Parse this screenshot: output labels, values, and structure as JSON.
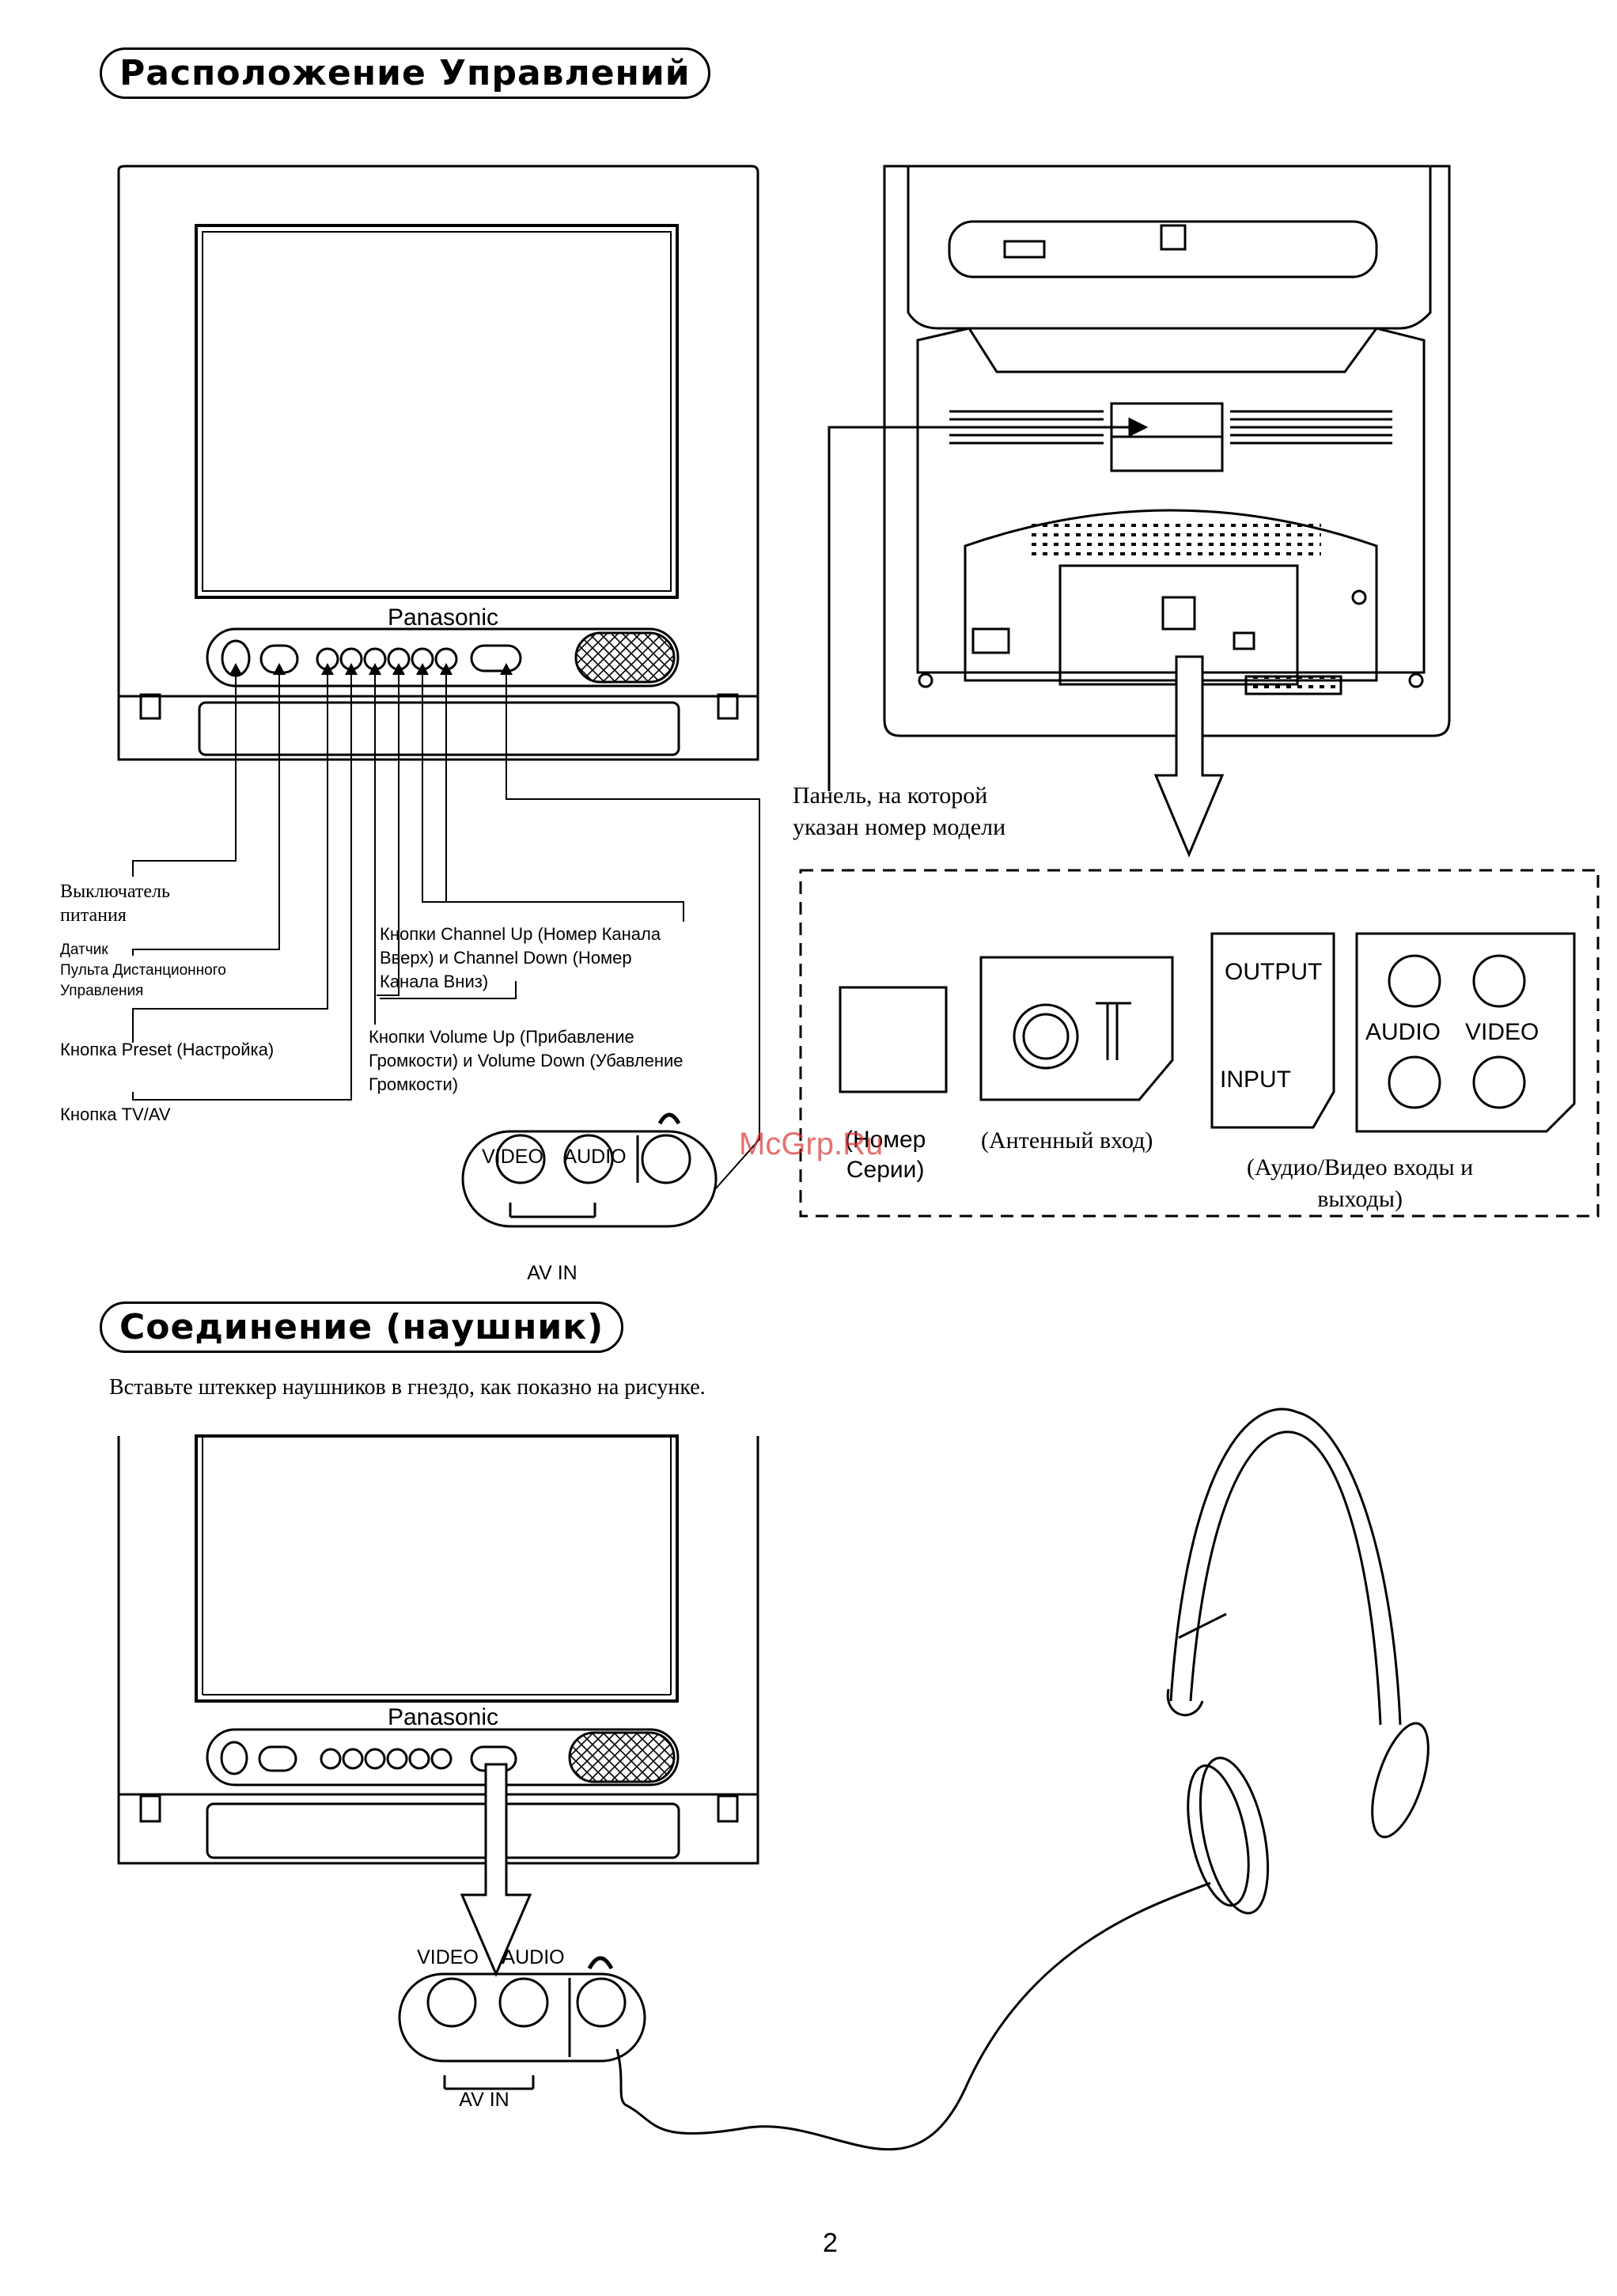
{
  "sections": {
    "controls_title": "Расположение Управлений",
    "headphone_title": "Соединение (наушник)",
    "headphone_instruction": "Вставьте штеккер наушников в гнездо, как показно на рисунке."
  },
  "tv": {
    "brand": "Panasonic"
  },
  "front_labels": {
    "power_switch": [
      "Выключатель",
      "питания"
    ],
    "remote_sensor": [
      "Датчик",
      "Пульта Дистанционного",
      "Управления"
    ],
    "preset_button": "Кнопка Preset (Настройка)",
    "tvav_button": "Кнопка TV/AV",
    "channel_buttons": [
      "Кнопки Channel Up (Номер Канала",
      "Вверх) и Channel Down (Номер",
      "Канала Вниз)"
    ],
    "volume_buttons": [
      "Кнопки Volume Up (Прибавление",
      "Громкости) и Volume Down (Убавление",
      "Громкости)"
    ]
  },
  "jack_panel": {
    "video": "VIDEO",
    "audio": "AUDIO",
    "av_in": "AV IN"
  },
  "rear": {
    "model_panel_note": [
      "Панель, на которой",
      "указан номер модели"
    ],
    "serial_number": [
      "(Номер",
      "Серии)"
    ],
    "antenna_input": "(Антенный вход)",
    "av_io": [
      "(Аудио/Видео входы и",
      "выходы)"
    ],
    "output": "OUTPUT",
    "input": "INPUT",
    "audio": "AUDIO",
    "video": "VIDEO"
  },
  "watermark": "McGrp.Ru",
  "page_number": "2"
}
